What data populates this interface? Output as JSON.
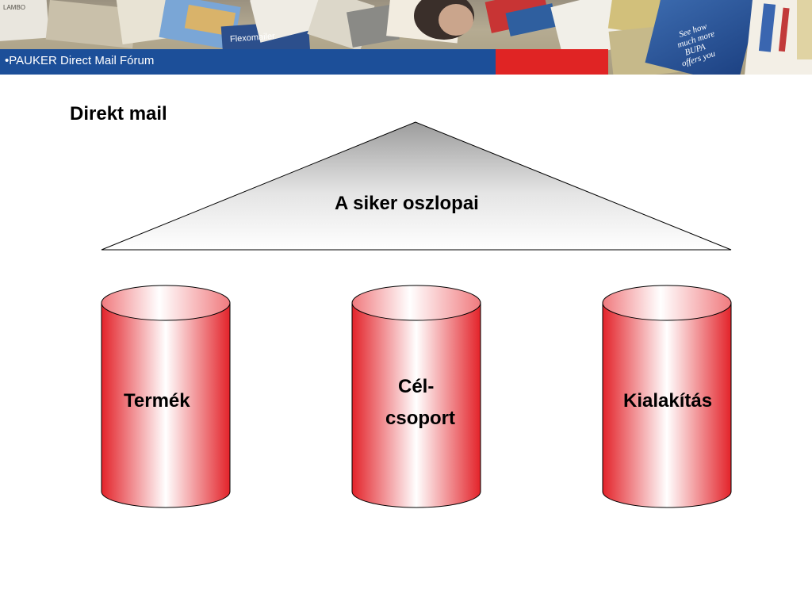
{
  "header": {
    "title": "•PAUKER Direct Mail Fórum",
    "collage_items": [
      "LAMBO",
      "Flexomailer",
      "See how much more BUPA offers you"
    ],
    "colors": {
      "blue": "#1c4f99",
      "red": "#e02424"
    }
  },
  "slide": {
    "title": "Direkt mail",
    "roof_label": "A siker oszlopai",
    "pillars": [
      {
        "lines": [
          "Termék"
        ]
      },
      {
        "lines": [
          "Cél-",
          "csoport"
        ]
      },
      {
        "lines": [
          "Kialakítás"
        ]
      }
    ]
  }
}
